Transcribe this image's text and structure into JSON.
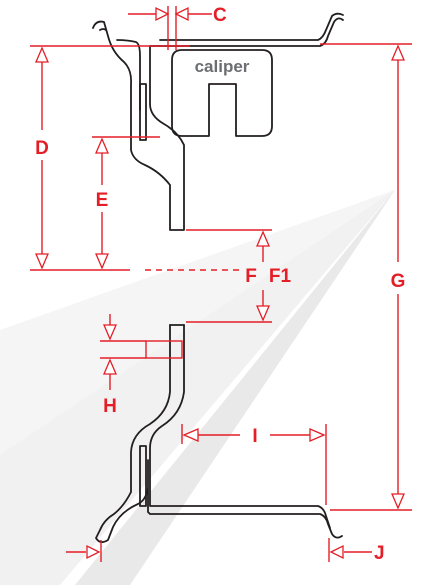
{
  "diagram": {
    "caliper_label": "caliper",
    "labels": {
      "C": "C",
      "D": "D",
      "E": "E",
      "F": "F",
      "F1": "F1",
      "G": "G",
      "H": "H",
      "I": "I",
      "J": "J"
    },
    "colors": {
      "dimension": "#e41e26",
      "outline": "#231f20",
      "caliper_fill": "#6d6e71",
      "watermark": "#ececed"
    }
  }
}
